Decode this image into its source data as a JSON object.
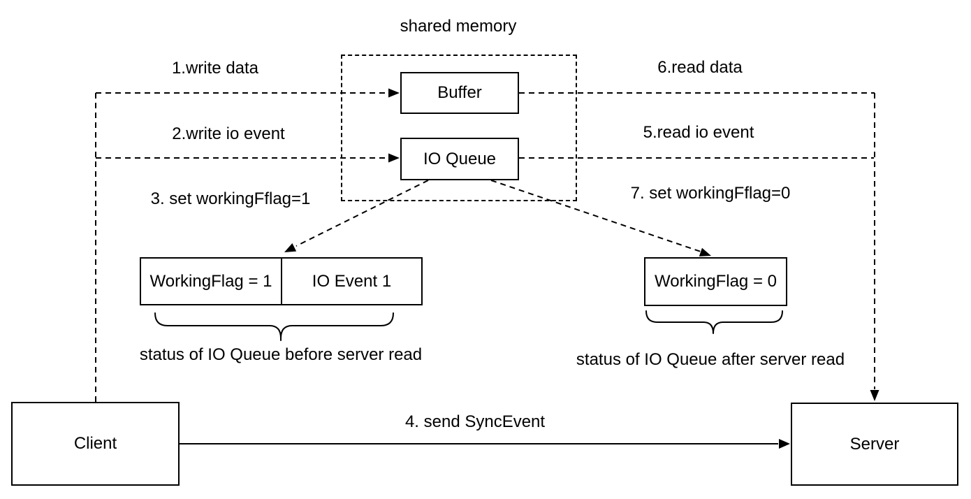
{
  "title": "shared memory",
  "nodes": {
    "buffer": {
      "label": "Buffer"
    },
    "io_queue": {
      "label": "IO Queue"
    },
    "client": {
      "label": "Client"
    },
    "server": {
      "label": "Server"
    },
    "working_flag_1": {
      "label": "WorkingFlag = 1"
    },
    "io_event_1": {
      "label": "IO Event 1"
    },
    "working_flag_0": {
      "label": "WorkingFlag = 0"
    }
  },
  "edges": {
    "step1": {
      "label": "1.write data"
    },
    "step2": {
      "label": "2.write io event"
    },
    "step3": {
      "label": "3. set workingFflag=1"
    },
    "step4": {
      "label": "4. send SyncEvent"
    },
    "step5": {
      "label": "5.read io event"
    },
    "step6": {
      "label": "6.read data"
    },
    "step7": {
      "label": "7. set workingFflag=0"
    }
  },
  "annotations": {
    "status_before": "status of IO Queue before server read",
    "status_after": "status of IO Queue after server read"
  },
  "colors": {
    "stroke": "#000000",
    "background": "#ffffff",
    "text": "#000000"
  }
}
